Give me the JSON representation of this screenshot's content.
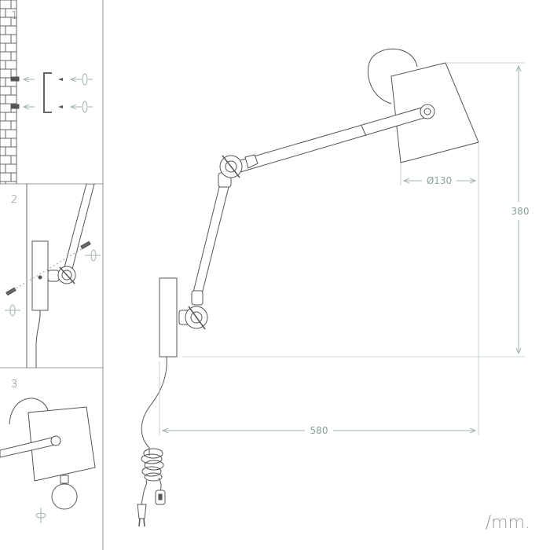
{
  "steps": [
    "1",
    "2",
    "3"
  ],
  "dimensions": {
    "shade_diameter": "Ø130",
    "height": "380",
    "width": "580"
  },
  "unit": "/mm.",
  "colors": {
    "line": "#555555",
    "panel_border": "#9a9a9a",
    "dimension": "#9fb4ae",
    "dimension_text": "#8aa39c"
  }
}
